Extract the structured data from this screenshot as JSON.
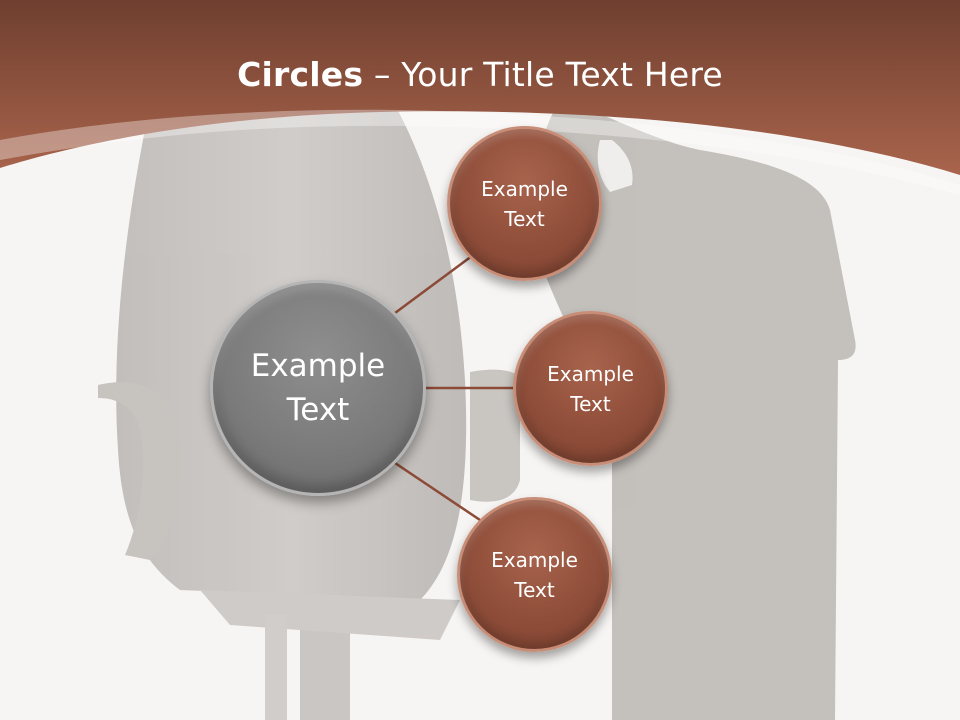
{
  "slide": {
    "title_bold": "Circles",
    "title_sep": " – ",
    "title_rest": "Your Title Text Here"
  },
  "diagram": {
    "center": {
      "label": "Example\nText"
    },
    "nodes": [
      {
        "label": "Example\nText"
      },
      {
        "label": "Example\nText"
      },
      {
        "label": "Example\nText"
      }
    ]
  },
  "colors": {
    "header": "#9e5a44",
    "node": "#8f4e3a",
    "center": "#7b7b7b",
    "connector": "#8c4a37"
  }
}
